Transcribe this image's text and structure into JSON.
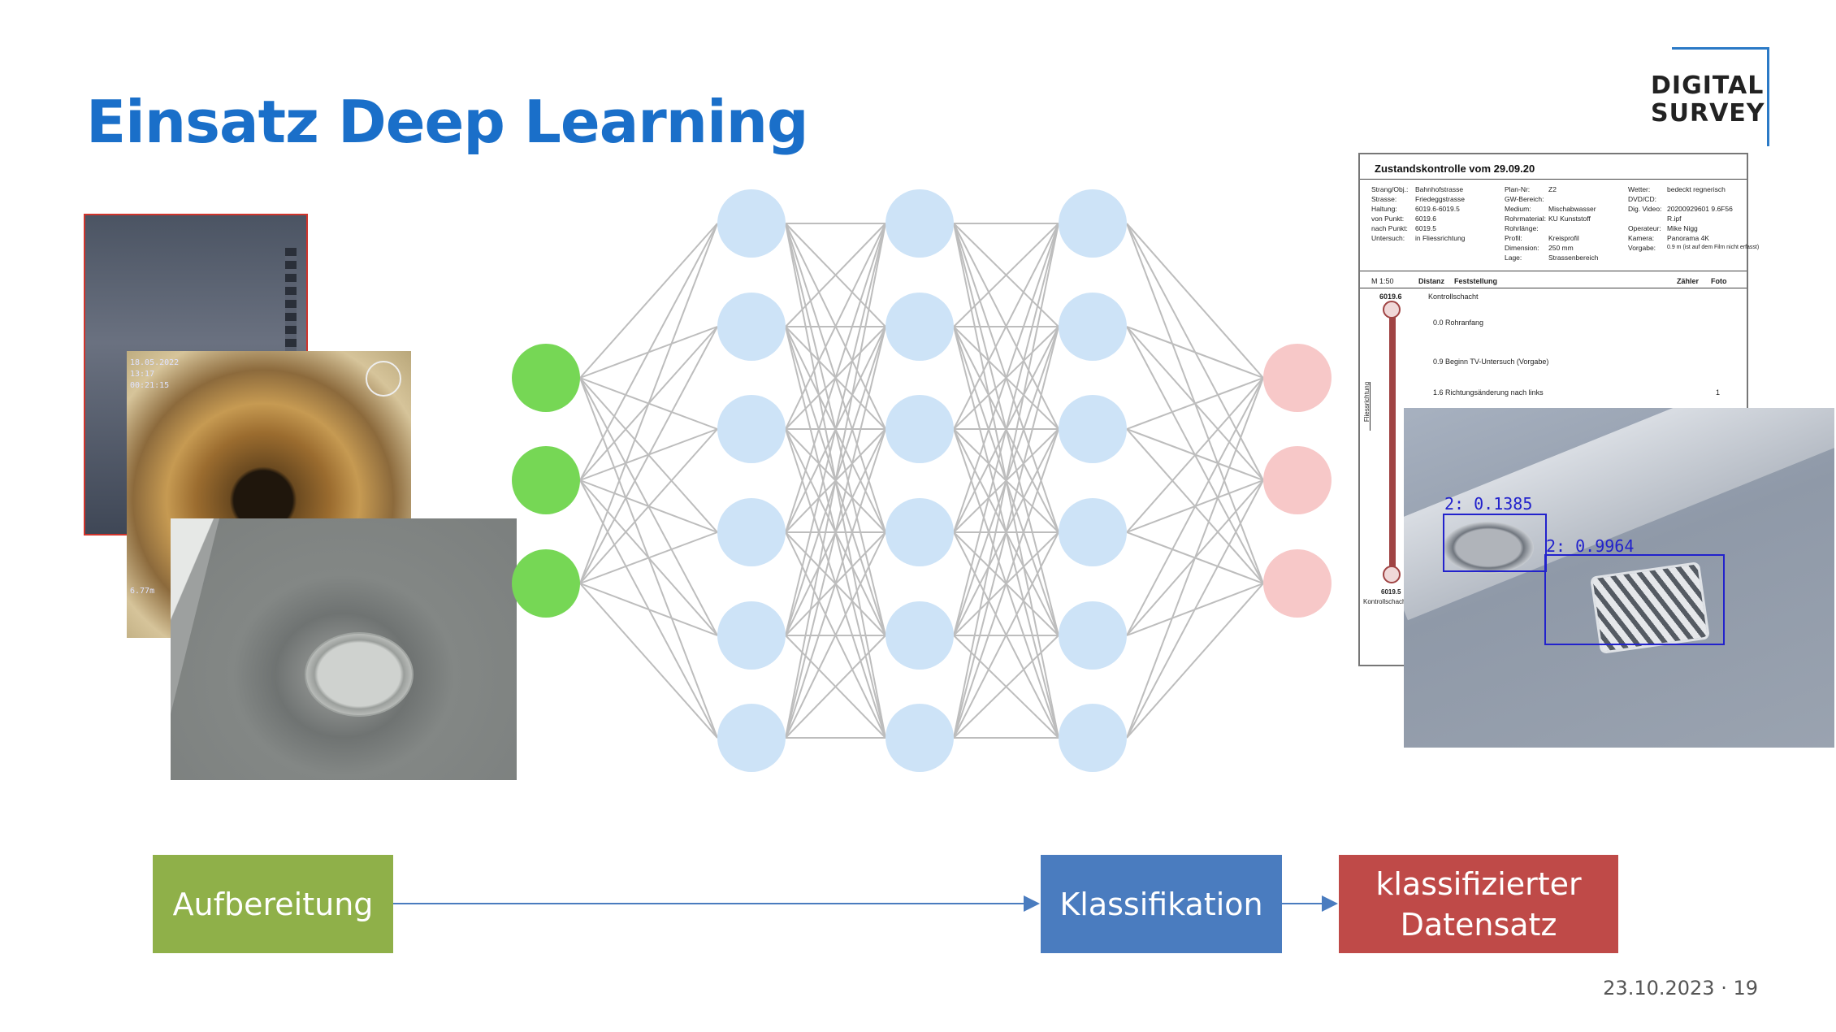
{
  "slide": {
    "title": "Einsatz Deep Learning",
    "logo_line1": "DIGITAL",
    "logo_line2": "SURVEY",
    "footer": "23.10.2023 · 19",
    "accent_color": "#1a6fc9"
  },
  "process": {
    "step1": "Aufbereitung",
    "step2": "Klassifikation",
    "step3_line1": "klassifizierter",
    "step3_line2": "Datensatz",
    "colors": {
      "step1": "#8fb049",
      "step2": "#4a7cbf",
      "step3": "#bf4a48"
    }
  },
  "network": {
    "layers": [
      3,
      6,
      6,
      6,
      3
    ],
    "colors": {
      "input": "#76d755",
      "hidden": "#cde3f7",
      "output": "#f7c8c8",
      "edge": "#bdbdbd"
    }
  },
  "photo_overlay": {
    "date": "18.05.2022",
    "time": "13:17",
    "counter": "00:21:15",
    "distance": "6.77m"
  },
  "document": {
    "title": "Zustandskontrolle vom 29.09.20",
    "col1_labels": [
      "Strang/Obj.:",
      "Strasse:",
      "Haltung:",
      "von Punkt:",
      "nach Punkt:",
      "Untersuch:"
    ],
    "col1_values": [
      "Bahnhofstrasse",
      "Friedeggstrasse",
      "6019.6-6019.5",
      "6019.6",
      "6019.5",
      "in Fliessrichtung"
    ],
    "col2_labels": [
      "Plan-Nr:",
      "GW-Bereich:",
      "Medium:",
      "Rohrmaterial:",
      "Rohrlänge:",
      "Profil:",
      "Dimension:",
      "Lage:"
    ],
    "col2_values": [
      "Z2",
      "",
      "Mischabwasser",
      "KU Kunststoff",
      "",
      "Kreisprofil",
      "250 mm",
      "Strassenbereich"
    ],
    "col3_labels": [
      "Wetter:",
      "DVD/CD:",
      "Dig. Video:",
      "",
      "Operateur:",
      "Kamera:",
      "Vorgabe:"
    ],
    "col3_values": [
      "bedeckt regnerisch",
      "",
      "20200929601 9.6F56",
      "R.ipf",
      "Mike Nigg",
      "Panorama 4K",
      "0.9 m (ist auf dem Film nicht erfasst)"
    ],
    "scale": "M 1:50",
    "head_distanz": "Distanz",
    "head_feststellung": "Feststellung",
    "head_zaehler": "Zähler",
    "head_foto": "Foto",
    "node_top": "6019.6",
    "node_top_label": "Kontrollschacht",
    "entries": [
      "0.0  Rohranfang",
      "0.9  Beginn TV-Untersuch (Vorgabe)",
      "1.6  Richtungsänderung nach links"
    ],
    "entry_counter": "1",
    "flow_label": "Fliessrichtung",
    "node_bottom": "6019.5",
    "node_bottom_label": "Kontrollschacht"
  },
  "detections": [
    {
      "label": "2:  0.1385"
    },
    {
      "label": "2:  0.9964"
    }
  ]
}
